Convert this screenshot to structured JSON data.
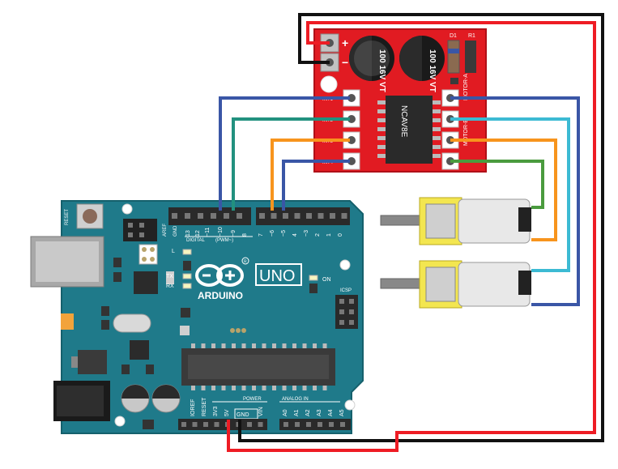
{
  "arduino": {
    "brand": "ARDUINO",
    "model": "UNO",
    "reset_label": "RESET",
    "aref_label": "AREF",
    "gnd_top_label": "GND",
    "digital_header_label": "DIGITAL",
    "pwm_label": "(PWM~)",
    "digital_pins": [
      "13",
      "12",
      "~11",
      "~10",
      "~9",
      "8",
      "7",
      "~6",
      "~5",
      "4",
      "~3",
      "2",
      "1",
      "0"
    ],
    "led_l": "L",
    "led_tx": "TX",
    "led_rx": "RX",
    "on_label": "ON",
    "icsp_label": "ICSP",
    "power_header_label": "POWER",
    "analog_header_label": "ANALOG IN",
    "power_pins": [
      "IOREF",
      "RESET",
      "3V3",
      "5V",
      "GND",
      "VIN"
    ],
    "analog_pins": [
      "A0",
      "A1",
      "A2",
      "A3",
      "A4",
      "A5"
    ]
  },
  "driver": {
    "plus_label": "+",
    "minus_label": "−",
    "cap1_label": "100 16V VT",
    "cap2_label": "100 16V VT",
    "d1_label": "D1",
    "r1_label": "R1",
    "in_labels": [
      "INT1",
      "INT2",
      "INT3",
      "INT4"
    ],
    "motor_b_label": "MOTOR-B",
    "motor_a_label": "MOTOR-A",
    "chip_label": "NCAV8E"
  },
  "colors": {
    "board": "#1f7a8a",
    "driver": "#e11b22",
    "wire_red": "#ee1c24",
    "wire_black": "#111111",
    "wire_blue": "#3a56a6",
    "wire_teal": "#22917f",
    "wire_orange": "#f7941d",
    "wire_cyan": "#3cbad3",
    "wire_green": "#4a9b3e"
  }
}
